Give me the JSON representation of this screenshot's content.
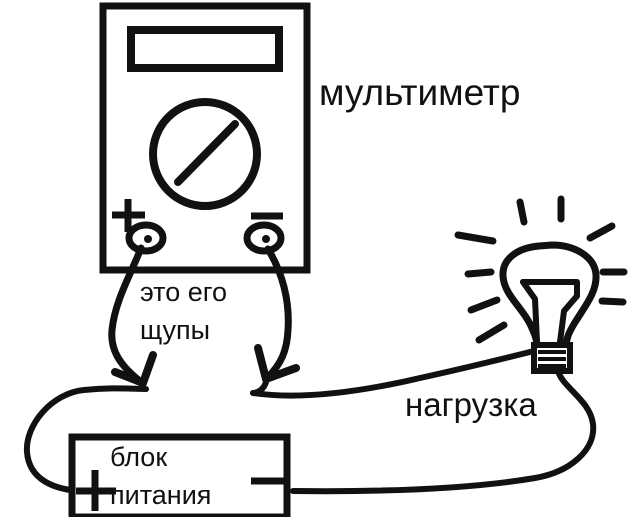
{
  "diagram": {
    "title_text": "мультиметр",
    "ink_color": "#111111",
    "background_color": "#ffffff",
    "instruments": {
      "multimeter": {
        "label": "мультиметр",
        "display_value": "",
        "dial_position": "diagonal",
        "terminals": [
          {
            "name": "positive-terminal",
            "symbol": "+"
          },
          {
            "name": "negative-terminal",
            "symbol": "−"
          }
        ]
      },
      "power_supply": {
        "label_line1": "блок",
        "label_line2": "питания",
        "terminals": [
          {
            "name": "positive-terminal",
            "symbol": "+"
          },
          {
            "name": "negative-terminal",
            "symbol": "−"
          }
        ]
      },
      "load": {
        "label": "нагрузка",
        "icon": "light-bulb-icon",
        "state": "glowing"
      }
    },
    "annotations": {
      "probes_line1": "это его",
      "probes_line2": "щупы"
    }
  }
}
